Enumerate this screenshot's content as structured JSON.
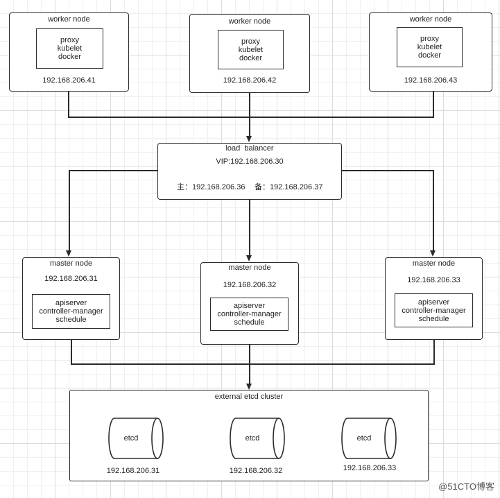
{
  "workers": [
    {
      "title": "worker node",
      "services": [
        "proxy",
        "kubelet",
        "docker"
      ],
      "ip": "192.168.206.41"
    },
    {
      "title": "worker node",
      "services": [
        "proxy",
        "kubelet",
        "docker"
      ],
      "ip": "192.168.206.42"
    },
    {
      "title": "worker node",
      "services": [
        "proxy",
        "kubelet",
        "docker"
      ],
      "ip": "192.168.206.43"
    }
  ],
  "load_balancer": {
    "title": "load  balancer",
    "vip": "VIP:192.168.206.30",
    "primary": "主：192.168.206.36",
    "backup": "备：192.168.206.37"
  },
  "masters": [
    {
      "title": "master node",
      "ip": "192.168.206.31",
      "services": [
        "apiserver",
        "controller-manager",
        "schedule"
      ]
    },
    {
      "title": "master node",
      "ip": "192.168.206.32",
      "services": [
        "apiserver",
        "controller-manager",
        "schedule"
      ]
    },
    {
      "title": "master node",
      "ip": "192.168.206.33",
      "services": [
        "apiserver",
        "controller-manager",
        "schedule"
      ]
    }
  ],
  "etcd_cluster": {
    "title": "external etcd cluster",
    "nodes": [
      {
        "label": "etcd",
        "ip": "192.168.206.31"
      },
      {
        "label": "etcd",
        "ip": "192.168.206.32"
      },
      {
        "label": "etcd",
        "ip": "192.168.206.33"
      }
    ]
  },
  "watermark": "@51CTO博客"
}
